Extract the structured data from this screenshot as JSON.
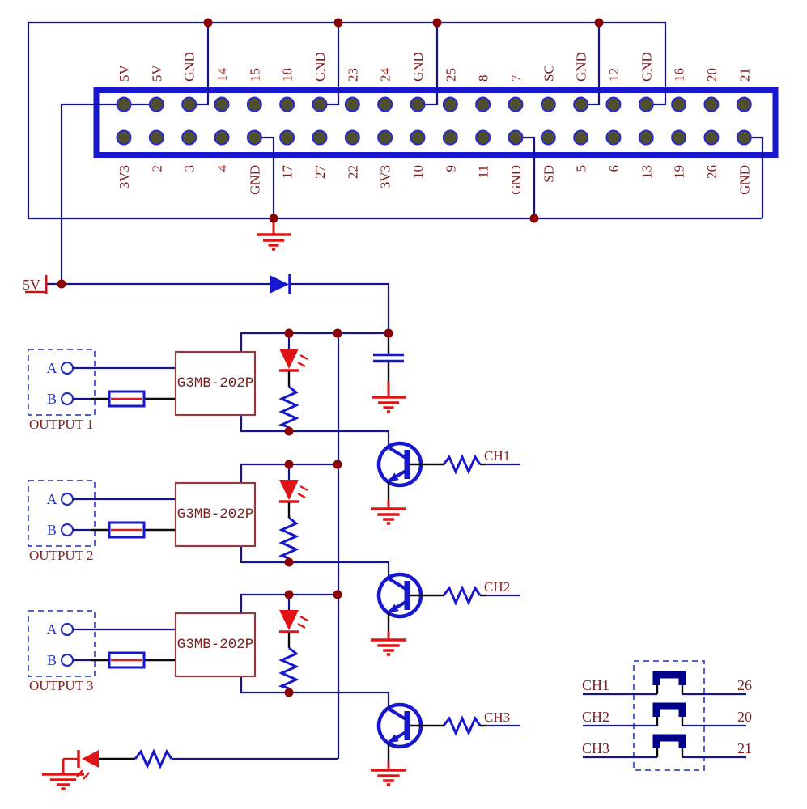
{
  "gpio_header": {
    "top_pin_labels": [
      "5V",
      "5V",
      "GND",
      "14",
      "15",
      "18",
      "GND",
      "23",
      "24",
      "GND",
      "25",
      "8",
      "7",
      "SC",
      "GND",
      "12",
      "GND",
      "16",
      "20",
      "21"
    ],
    "bottom_pin_labels": [
      "3V3",
      "2",
      "3",
      "4",
      "GND",
      "17",
      "27",
      "22",
      "3V3",
      "10",
      "9",
      "11",
      "GND",
      "SD",
      "5",
      "6",
      "13",
      "19",
      "26",
      "GND"
    ]
  },
  "power": {
    "v5_label": "5V"
  },
  "relay_blocks": [
    {
      "part_number": "G3MB-202P",
      "output_label": "OUTPUT 1",
      "terminal_a": "A",
      "terminal_b": "B",
      "channel_label": "CH1"
    },
    {
      "part_number": "G3MB-202P",
      "output_label": "OUTPUT 2",
      "terminal_a": "A",
      "terminal_b": "B",
      "channel_label": "CH2"
    },
    {
      "part_number": "G3MB-202P",
      "output_label": "OUTPUT 3",
      "terminal_a": "A",
      "terminal_b": "B",
      "channel_label": "CH3"
    }
  ],
  "jumper_legend": {
    "rows": [
      {
        "channel": "CH1",
        "gpio": "26"
      },
      {
        "channel": "CH2",
        "gpio": "20"
      },
      {
        "channel": "CH3",
        "gpio": "21"
      }
    ]
  },
  "colors": {
    "wire": "#14148C",
    "component_blue": "#1717CE",
    "bright_red": "#E01414",
    "fuse_red": "#CC2222",
    "power_red": "#C41414",
    "dark_red_dot": "#8B0000",
    "maroon_text": "#7B1E1E",
    "relay_border": "#8B3E3E",
    "dashed_box": "#5560CF",
    "pin_fill": "#4F4F2D",
    "pin_ring": "#2A2AD0",
    "lead_black": "#0A0A0A",
    "terminal_blue": "#2433BE",
    "bridge_navy": "#00008B"
  }
}
